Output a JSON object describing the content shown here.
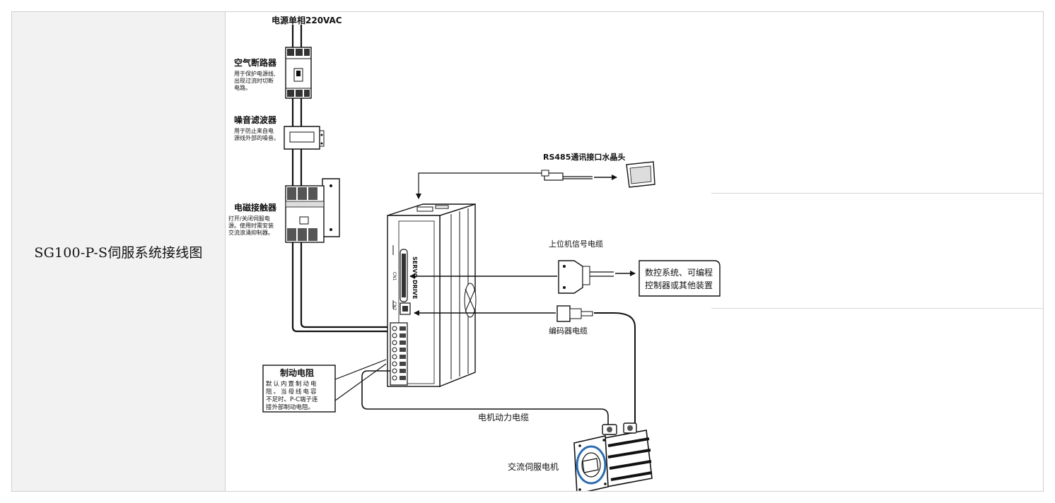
{
  "table": {
    "row_label": "SG100-P-S伺服系统接线图"
  },
  "diagram": {
    "power_supply": "电源单相220VAC",
    "breaker": {
      "title": "空气断路器",
      "desc": [
        "用于保护电源线,",
        "出现过流时切断",
        "电路。"
      ]
    },
    "noise_filter": {
      "title": "噪音滤波器",
      "desc": [
        "用于防止来自电",
        "源线外部的噪音。"
      ]
    },
    "contactor": {
      "title": "电磁接触器",
      "desc": [
        "打开/关闭伺服电",
        "源。使用时需安装",
        "交流浪涌抑制器。"
      ]
    },
    "rs485": "RS485通讯接口水晶头",
    "host_cable": "上位机信号电缆",
    "controller_box": [
      "数控系统、可编程",
      "控制器或其他装置"
    ],
    "encoder_cable": "编码器电缆",
    "brake_resistor": {
      "title": "制动电阻",
      "desc": [
        "默认内置制动电",
        "阻。当母线电容",
        "不足时。P-C端子连",
        "接外部制动电阻。"
      ]
    },
    "motor_power_cable": "电机动力电缆",
    "servo_motor": "交流伺服电机",
    "drive_text": "SERVO DRIVE",
    "cn1": "CN1",
    "cn2": "CN2"
  }
}
